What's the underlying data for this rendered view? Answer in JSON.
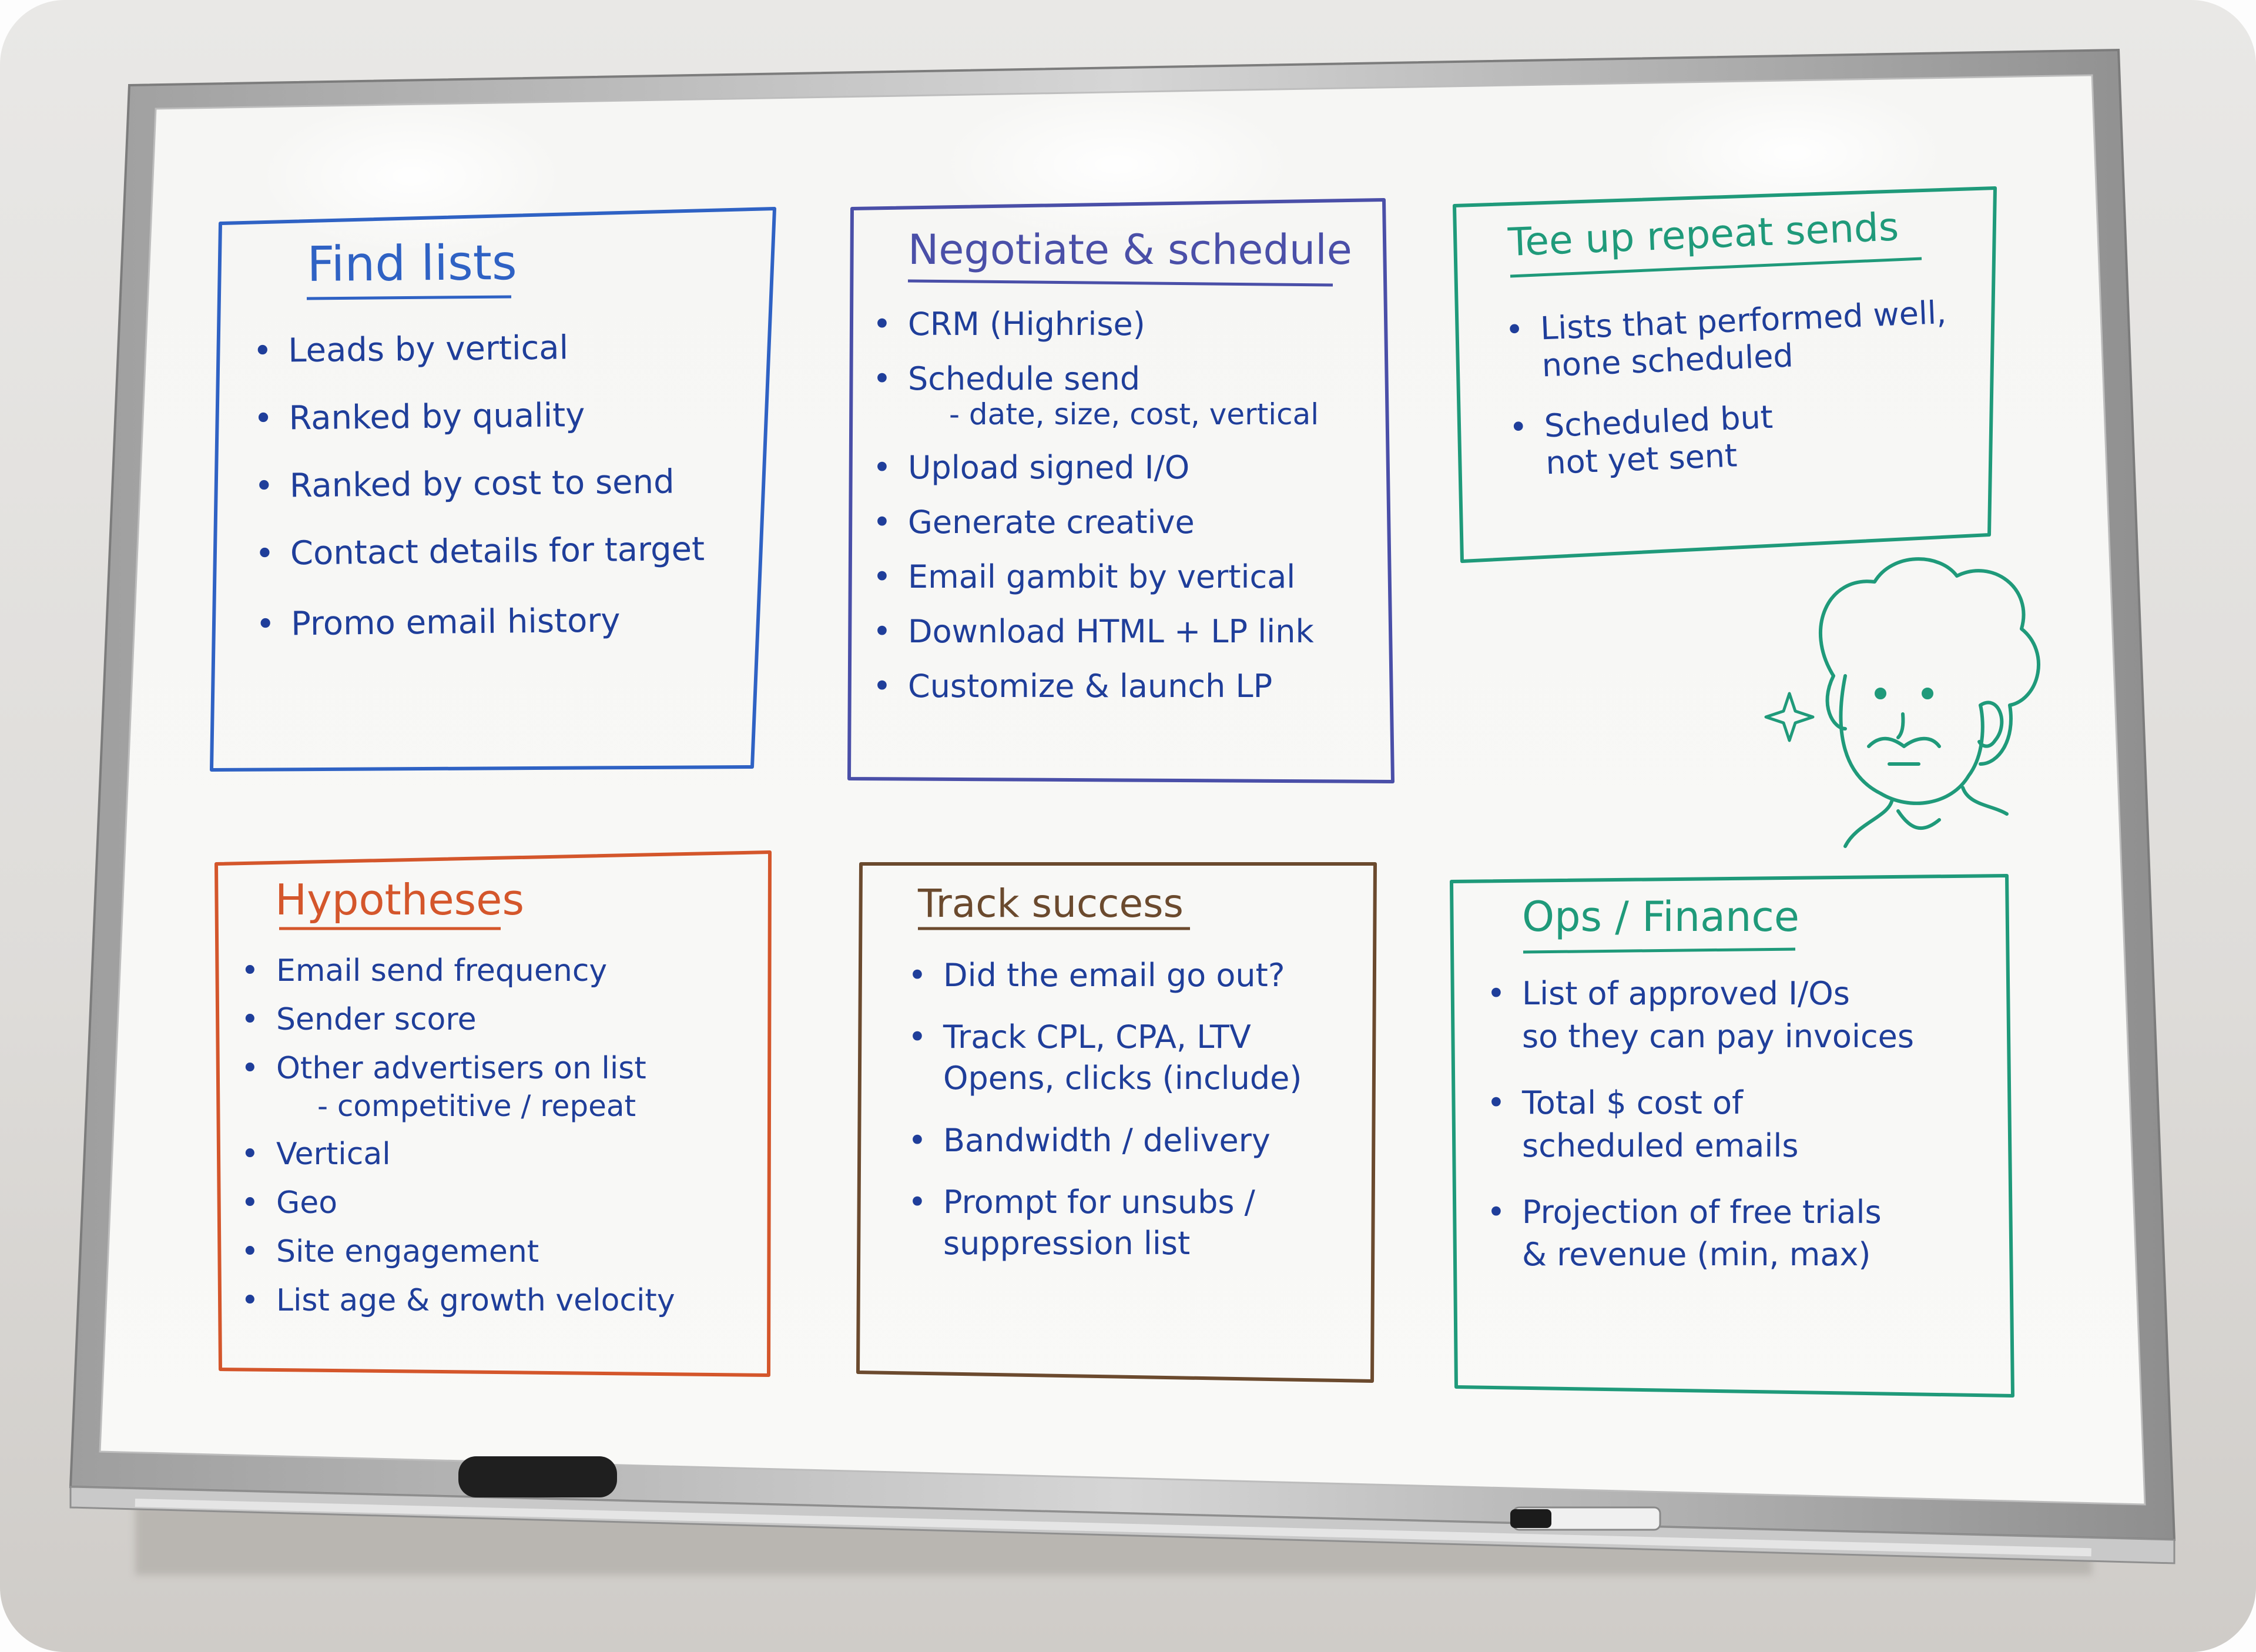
{
  "boxes": {
    "find_lists": {
      "title": "Find lists",
      "items": [
        {
          "line1": "Leads by vertical"
        },
        {
          "line1": "Ranked by quality"
        },
        {
          "line1": "Ranked by cost to send"
        },
        {
          "line1": "Contact details for target"
        },
        {
          "line1": "Promo email history"
        }
      ]
    },
    "negotiate": {
      "title": "Negotiate & schedule",
      "items": [
        {
          "line1": "CRM (Highrise)"
        },
        {
          "line1": "Schedule send",
          "sub": "- date, size, cost, vertical"
        },
        {
          "line1": "Upload signed I/O"
        },
        {
          "line1": "Generate creative"
        },
        {
          "line1": "Email gambit by vertical"
        },
        {
          "line1": "Download HTML + LP link"
        },
        {
          "line1": "Customize & launch LP"
        }
      ]
    },
    "tee_up": {
      "title": "Tee up repeat sends",
      "items": [
        {
          "line1": "Lists that performed well,",
          "line2": "none scheduled"
        },
        {
          "line1": "Scheduled but",
          "line2": "not yet sent"
        }
      ]
    },
    "hypotheses": {
      "title": "Hypotheses",
      "items": [
        {
          "line1": "Email send frequency"
        },
        {
          "line1": "Sender score"
        },
        {
          "line1": "Other advertisers on list",
          "sub": "- competitive / repeat"
        },
        {
          "line1": "Vertical"
        },
        {
          "line1": "Geo"
        },
        {
          "line1": "Site engagement"
        },
        {
          "line1": "List age & growth velocity"
        }
      ]
    },
    "track": {
      "title": "Track success",
      "items": [
        {
          "line1": "Did the email go out?"
        },
        {
          "line1": "Track CPL, CPA, LTV",
          "line2": "Opens, clicks (include)"
        },
        {
          "line1": "Bandwidth / delivery"
        },
        {
          "line1": "Prompt for unsubs /",
          "line2": "suppression list"
        }
      ]
    },
    "ops": {
      "title": "Ops / Finance",
      "items": [
        {
          "line1": "List of approved I/Os",
          "line2": "so they can pay invoices"
        },
        {
          "line1": "Total $ cost of",
          "line2": "scheduled emails"
        },
        {
          "line1": "Projection of free trials",
          "line2": "& revenue (min, max)"
        }
      ]
    }
  },
  "colors": {
    "find_lists": "#2f62c4",
    "negotiate": "#4a4fa8",
    "tee_up": "#1f9a7a",
    "hypotheses": "#d4562b",
    "track": "#6b4a2e",
    "ops": "#1f9a7a",
    "ink": "#1f3e9a",
    "doodle": "#1f9a7a"
  },
  "icons": {
    "sparkle": "sparkle-icon",
    "doodle": "person-doodle-icon",
    "eraser": "eraser-icon",
    "marker": "marker-icon"
  }
}
